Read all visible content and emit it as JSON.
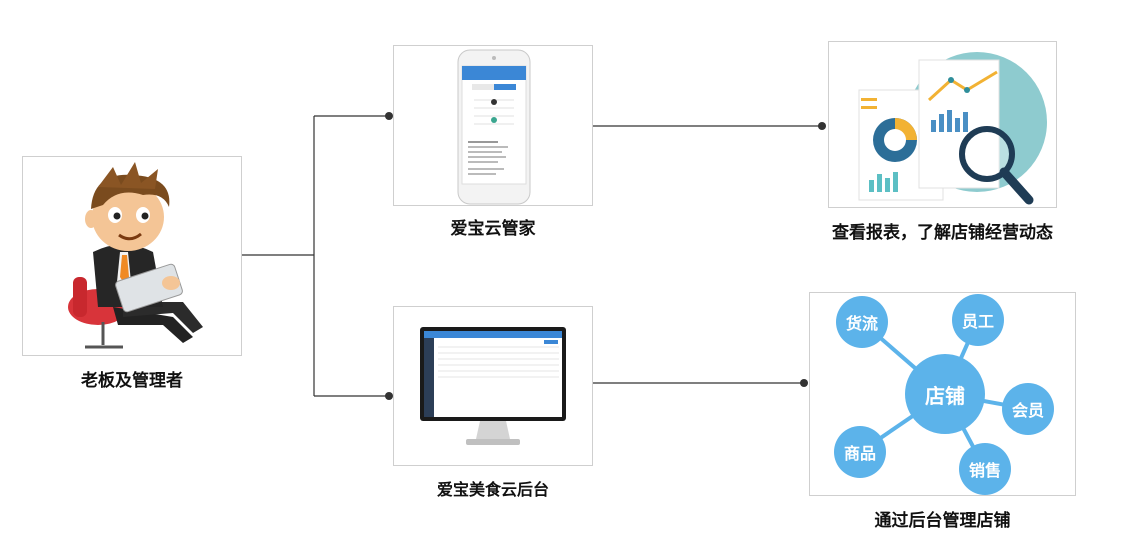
{
  "captions": {
    "boss": "老板及管理者",
    "mobile": "爱宝云管家",
    "backend": "爱宝美食云后台",
    "reports": "查看报表，了解店铺经营动态",
    "manage": "通过后台管理店铺"
  },
  "network": {
    "center": "店铺",
    "nodes": [
      "货流",
      "员工",
      "会员",
      "销售",
      "商品"
    ]
  },
  "colors": {
    "node": "#5cb3ea",
    "line": "#333333",
    "phone_header": "#3b87d6",
    "monitor_sidebar": "#2c3e57"
  }
}
